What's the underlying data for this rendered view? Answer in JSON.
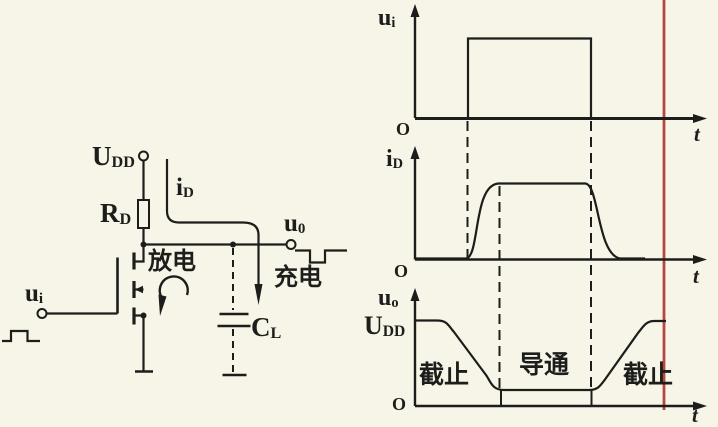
{
  "colors": {
    "background": "#f6f5e7",
    "line": "#1d1d1b",
    "red_marker_line": "#b5493f"
  },
  "circuit": {
    "supply": {
      "base": "U",
      "sub": "DD"
    },
    "resistor": {
      "base": "R",
      "sub": "D"
    },
    "drain_current": {
      "base": "i",
      "sub": "D"
    },
    "output": {
      "base": "u",
      "sub": "0"
    },
    "input": {
      "base": "u",
      "sub": "i"
    },
    "capacitor": {
      "base": "C",
      "sub": "L"
    },
    "discharge": "放电",
    "charge": "充电"
  },
  "plots": {
    "input": {
      "label": {
        "base": "u",
        "sub": "i"
      },
      "origin": "O",
      "time": "t"
    },
    "drain": {
      "label": {
        "base": "i",
        "sub": "D"
      },
      "origin": "O",
      "time": "t"
    },
    "output": {
      "label": {
        "base": "u",
        "sub": "o"
      },
      "supply_level": {
        "base": "U",
        "sub": "DD"
      },
      "origin": "O",
      "time": "t",
      "regions": [
        "截止",
        "导通",
        "截止"
      ]
    }
  }
}
